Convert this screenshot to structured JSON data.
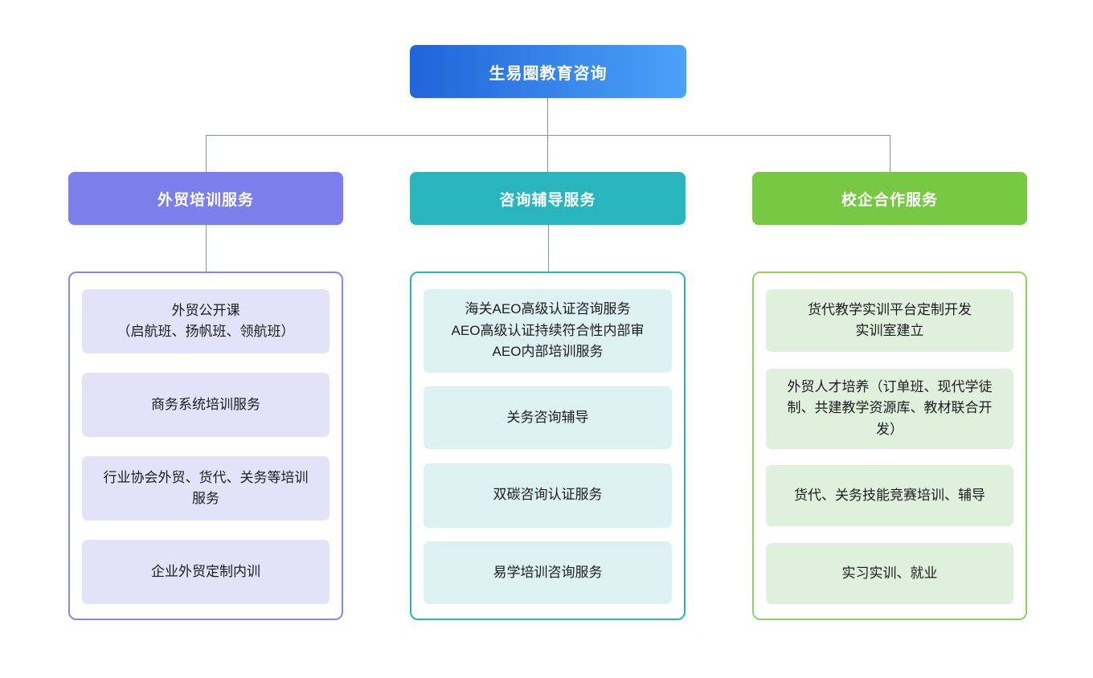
{
  "root": {
    "label": "生易圈教育咨询",
    "gradient_left": "#2064d9",
    "gradient_right": "#4ba2f8"
  },
  "connector_color": "#8b919b",
  "branches": [
    {
      "label": "外贸培训服务",
      "header_color": "#7b7eeb",
      "border_color": "#8288ee",
      "item_bg": "#e4e2f8",
      "items": [
        "外贸公开课\n（启航班、扬帆班、领航班）",
        "商务系统培训服务",
        "行业协会外贸、货代、关务等培训服务",
        "企业外贸定制内训"
      ]
    },
    {
      "label": "咨询辅导服务",
      "header_color": "#29b5bd",
      "border_color": "#2ab3bc",
      "item_bg": "#def1f2",
      "items": [
        "海关AEO高级认证咨询服务\nAEO高级认证持续符合性内部审\nAEO内部培训服务",
        "关务咨询辅导",
        "双碳咨询认证服务",
        "易学培训咨询服务"
      ]
    },
    {
      "label": "校企合作服务",
      "header_color": "#77c843",
      "border_color": "#8bd463",
      "item_bg": "#dff0dc",
      "items": [
        "货代教学实训平台定制开发\n实训室建立",
        "外贸人才培养（订单班、现代学徒制、共建教学资源库、教材联合开发）",
        "货代、关务技能竞赛培训、辅导",
        "实习实训、就业"
      ]
    }
  ]
}
